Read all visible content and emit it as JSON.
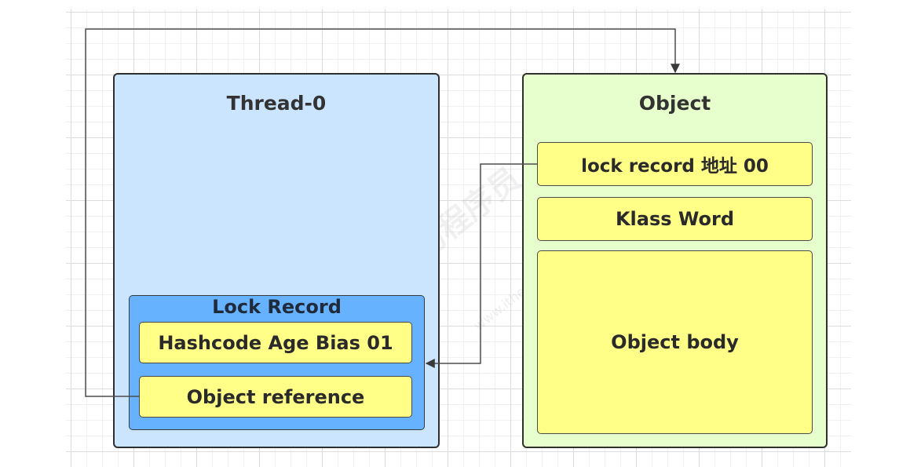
{
  "thread": {
    "title": "Thread-0",
    "lock_record": {
      "title": "Lock Record",
      "mark_word": "Hashcode Age Bias 01",
      "object_reference": "Object reference"
    }
  },
  "object": {
    "title": "Object",
    "mark_word": "lock  record 地址 00",
    "klass_word": "Klass Word",
    "body": "Object body"
  },
  "watermark": {
    "text": "黑马程序员",
    "url": "www.itheima.com"
  },
  "colors": {
    "thread_fill": "#cce5ff",
    "object_fill": "#e6ffcc",
    "lock_record_fill": "#66b2ff",
    "cell_fill": "#ffff88",
    "stroke": "#2f2f2f",
    "wire": "#4d4d4d"
  }
}
